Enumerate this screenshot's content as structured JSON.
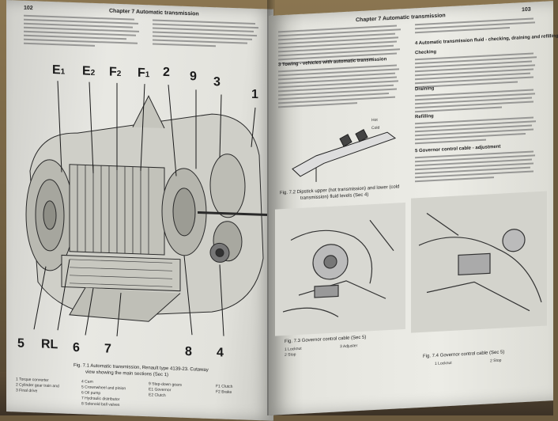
{
  "left_page": {
    "page_number": "102",
    "header": "Chapter 7 Automatic transmission",
    "figure_caption_line1": "Fig. 7.1 Automatic transmission, Renault type 4139-23. Cutaway",
    "figure_caption_line2": "view showing the main sections (Sec 1)",
    "callouts": {
      "e1": "E",
      "e1_sub": "1",
      "e2": "E",
      "e2_sub": "2",
      "f2": "F",
      "f2_sub": "2",
      "f1": "F",
      "f1_sub": "1",
      "n2": "2",
      "n9": "9",
      "n3": "3",
      "n1": "1",
      "n5": "5",
      "rl": "RL",
      "n6": "6",
      "n7": "7",
      "n8": "8",
      "n4": "4"
    },
    "legend": [
      {
        "num": "1",
        "text": "Torque converter"
      },
      {
        "num": "2",
        "text": "Cylinder gear train and"
      },
      {
        "num": "3",
        "text": "Final drive"
      },
      {
        "num": "4",
        "text": "Cam"
      },
      {
        "num": "5",
        "text": "Crownwheel and pinion"
      },
      {
        "num": "6",
        "text": "Oil pump"
      },
      {
        "num": "7",
        "text": "Hydraulic distributor"
      },
      {
        "num": "8",
        "text": "Solenoid ball valves"
      },
      {
        "num": "9",
        "text": "Step-down gears"
      },
      {
        "num": "E1",
        "text": "Governor"
      },
      {
        "num": "E2",
        "text": "Clutch"
      },
      {
        "num": "F1",
        "text": "Clutch"
      },
      {
        "num": "F2",
        "text": "Brake"
      }
    ]
  },
  "right_page": {
    "page_number": "103",
    "header": "Chapter 7 Automatic transmission",
    "section3_title": "3 Towing - vehicles with automatic transmission",
    "section4_title": "4 Automatic transmission fluid - checking, draining and refilling",
    "sub_checking": "Checking",
    "sub_draining": "Draining",
    "sub_refilling": "Refilling",
    "section5_title": "5 Governor control cable - adjustment",
    "fig72_caption_line1": "Fig. 7.2 Dipstick upper (hot transmission) and lower (cold",
    "fig72_caption_line2": "transmission) fluid levels (Sec 4)",
    "fig73_caption": "Fig. 7.3 Governor control cable (Sec 5)",
    "fig74_caption": "Fig. 7.4 Governor control cable (Sec 5)",
    "dipstick_label_hot": "Hot",
    "dipstick_label_cold": "Cold",
    "fig73_legend": [
      {
        "num": "1",
        "text": "Locknut"
      },
      {
        "num": "2",
        "text": "Stop"
      },
      {
        "num": "3",
        "text": "Adjuster"
      }
    ],
    "fig74_legend": [
      {
        "num": "1",
        "text": "Locknut"
      },
      {
        "num": "2",
        "text": "Stop"
      }
    ]
  }
}
